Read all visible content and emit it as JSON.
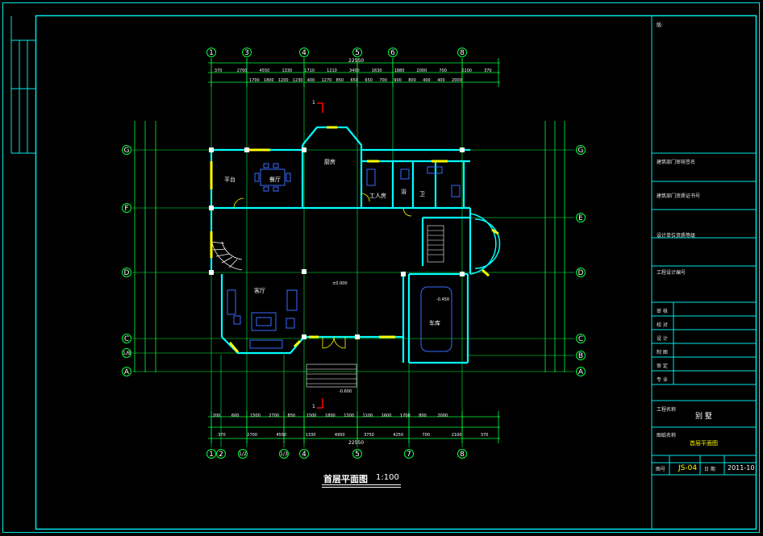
{
  "drawing": {
    "title": "首层平面图",
    "scale": "1:100"
  },
  "axes": {
    "top": [
      "1",
      "3",
      "4",
      "5",
      "6",
      "8"
    ],
    "bottom": [
      "1",
      "2",
      "1/2",
      "1/3",
      "4",
      "5",
      "7",
      "8"
    ],
    "left": [
      "G",
      "F",
      "D",
      "C",
      "1/B",
      "A"
    ],
    "right": [
      "G",
      "E",
      "D",
      "C",
      "B",
      "A"
    ]
  },
  "dimensions": {
    "top_total": "22550",
    "top_row1": [
      "370",
      "2700",
      "4550",
      "1330",
      "1710",
      "1210",
      "3400",
      "1630",
      "1880",
      "2000",
      "700",
      "2100",
      "370"
    ],
    "top_row2": [
      "1700",
      "1800",
      "1200",
      "1230",
      "400",
      "1270",
      "850",
      "650",
      "650",
      "700",
      "900",
      "800",
      "400",
      "400",
      "2000"
    ],
    "bottom_total": "22550",
    "bottom_row1": [
      "370",
      "2700",
      "4550",
      "1330",
      "4950",
      "3750",
      "4250",
      "700",
      "2100",
      "370"
    ],
    "bottom_row2": [
      "200",
      "600",
      "1500",
      "2700",
      "850",
      "1500",
      "1800",
      "1300",
      "1100",
      "1600",
      "1700",
      "800",
      "2000"
    ]
  },
  "rooms": {
    "dining": "餐厅",
    "kitchen": "厨房",
    "platform": "平台",
    "servant": "工人房",
    "living": "客厅",
    "garage": "车库",
    "toilet": "卫",
    "bath": "浴"
  },
  "elevations": {
    "main": "±0.000",
    "garage": "-0.450",
    "entry": "-0.600"
  },
  "section_marks": [
    "1",
    "1"
  ],
  "title_block": {
    "label_top": "版:",
    "row1": "建筑部门审核签名",
    "row2": "建筑部门资质证书号",
    "row3": "设计单位资质等级",
    "row4": "工程设计编号",
    "fields": [
      "审 核",
      "校 对",
      "设 计",
      "制 图",
      "审 定",
      "专 业"
    ],
    "project_label": "工程名称",
    "project_value": "别 墅",
    "drawing_label": "图纸名称",
    "drawing_value": "首层平面图",
    "code_label": "图号",
    "code_value": "JS-04",
    "date_label": "日 期",
    "date_value": "2011-10"
  },
  "colors": {
    "background": "#000000",
    "frame": "#00e6e6",
    "wall": "#00ffff",
    "axis": "#00ff3a",
    "dim": "#00ff3a",
    "furniture": "#3a6bff",
    "window": "#ffff00",
    "text": "#ffffff",
    "accent": "#ff0000"
  }
}
